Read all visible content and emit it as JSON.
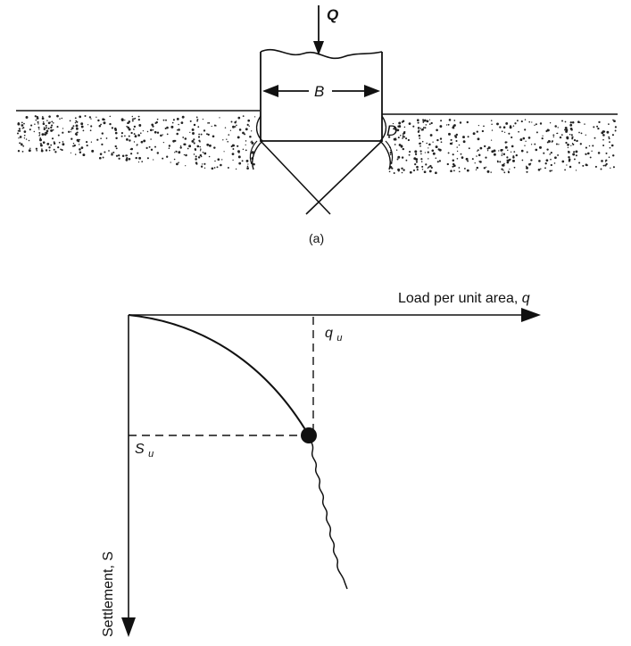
{
  "footing_diagram": {
    "load_label": "Q",
    "width_label": "B",
    "depth_label_main": "D",
    "depth_label_sub": "f",
    "caption": "(a)"
  },
  "load_settlement_plot": {
    "x_axis_label_text": "Load per unit area, ",
    "x_axis_label_symbol": "q",
    "y_axis_label": "Settlement, S",
    "ultimate_load_main": "q",
    "ultimate_load_sub": "u",
    "ultimate_settlement_main": "S",
    "ultimate_settlement_sub": "u"
  }
}
